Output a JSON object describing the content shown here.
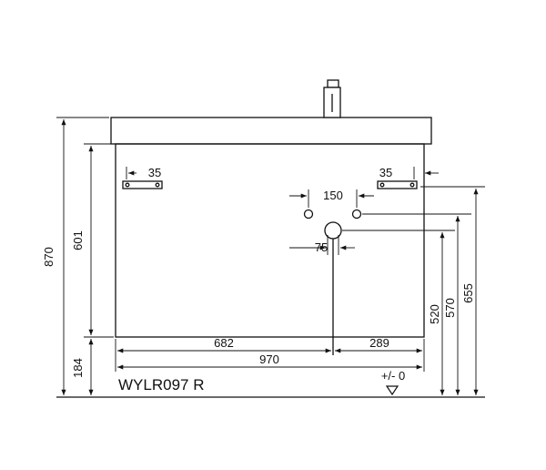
{
  "model_code": "WYLR097 R",
  "floor_reference": "+/- 0",
  "dimensions": {
    "total_height": "870",
    "cabinet_height": "601",
    "floor_clearance": "184",
    "overall_width": "970",
    "left_to_drain": "682",
    "drain_to_right": "289",
    "bracket_left_offset": "35",
    "bracket_right_offset": "35",
    "supply_spacing": "150",
    "drain_offset": "75",
    "drain_height": "520",
    "supply_height": "570",
    "bracket_height": "655"
  },
  "colors": {
    "line": "#111111",
    "background": "#ffffff"
  }
}
